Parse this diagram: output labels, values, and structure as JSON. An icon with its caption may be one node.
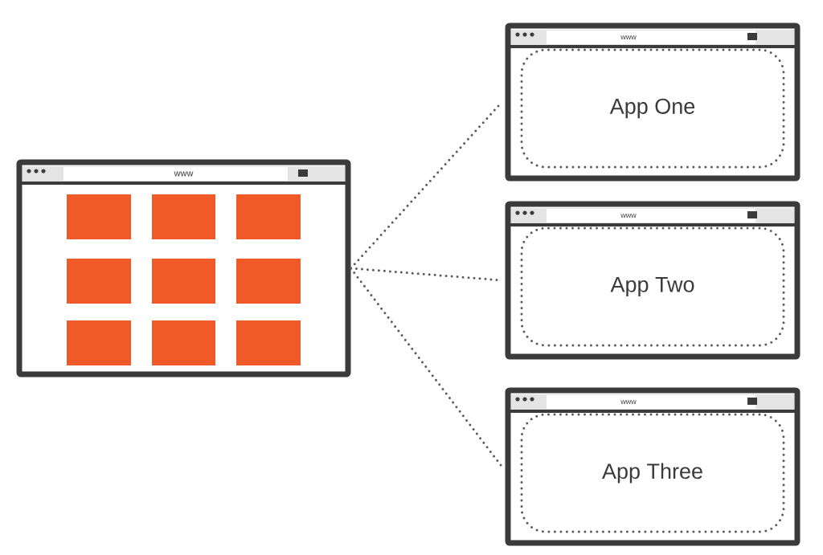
{
  "diagram": {
    "nodes": [
      {
        "text": [
          "www"
        ]
      },
      {
        "text": [
          "www"
        ]
      },
      {
        "text": [
          "App One"
        ],
        "in": 1
      },
      {
        "text": [
          "www"
        ]
      },
      {
        "text": [
          "App Two"
        ],
        "in": 3
      },
      {
        "text": [
          "www"
        ]
      },
      {
        "text": [
          "App Three"
        ],
        "in": 5
      }
    ],
    "edges": [
      {
        "from": 0,
        "to": 1,
        "arrow": "none"
      },
      {
        "from": 0,
        "to": 3,
        "arrow": "none"
      },
      {
        "from": 0,
        "to": 5,
        "arrow": "none"
      }
    ]
  }
}
